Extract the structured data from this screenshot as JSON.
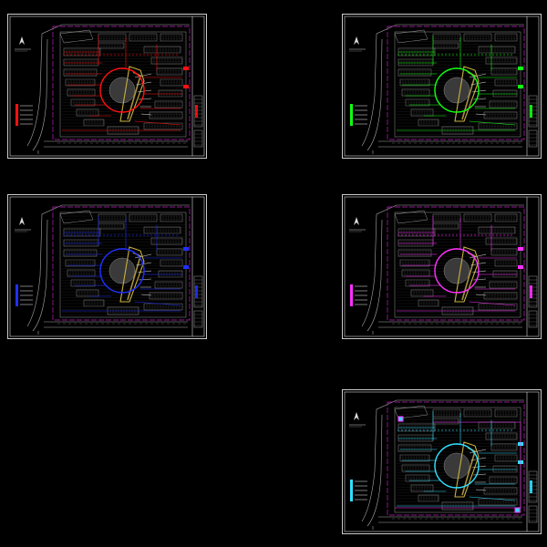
{
  "canvas": {
    "background": "#000000"
  },
  "sheet_style": {
    "frame_color": "#ffffff",
    "base_linework": "#9a9a9a",
    "paving": "#5a5a5a",
    "boundary": "#c020c0",
    "grass": "#607050",
    "plaza_accent": "#c8b040",
    "plaza_walk": "#a89040"
  },
  "sheets": [
    {
      "id": "red",
      "system_color": "#ff1010",
      "second_color": null
    },
    {
      "id": "green",
      "system_color": "#10ff10",
      "second_color": null
    },
    {
      "id": "blue",
      "system_color": "#2030ff",
      "second_color": null
    },
    {
      "id": "magenta",
      "system_color": "#ff30ff",
      "second_color": null
    },
    {
      "id": "cyan",
      "system_color": "#30e0ff",
      "second_color": "#ff30ff"
    }
  ]
}
